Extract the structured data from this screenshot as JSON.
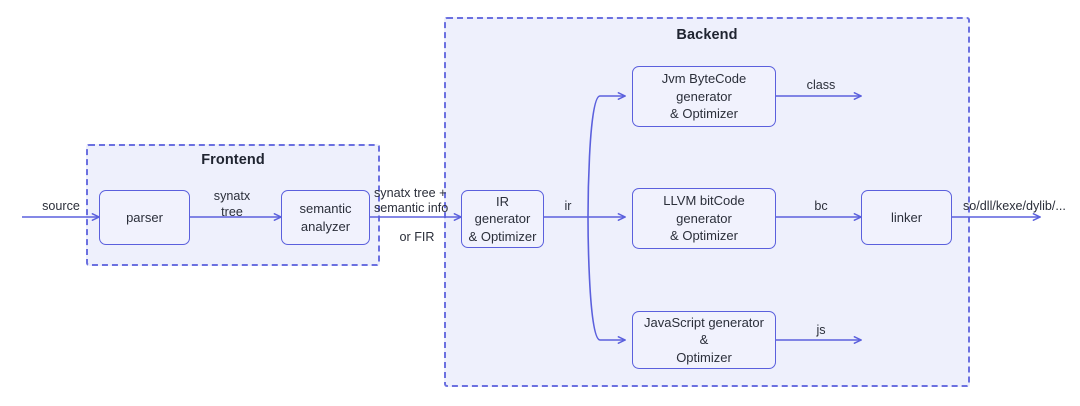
{
  "diagram": {
    "title": "Compiler pipeline: frontend and backend",
    "background": "#ffffff",
    "accent": "#5b60dd",
    "group_fill": "#eef0fc",
    "node_fill": "#f1f2fd"
  },
  "groups": [
    {
      "id": "frontend",
      "label": "Frontend"
    },
    {
      "id": "backend",
      "label": "Backend"
    }
  ],
  "nodes": {
    "parser": {
      "label": "parser"
    },
    "semantic_analyzer": {
      "line1": "semantic",
      "line2": "analyzer"
    },
    "ir_generator": {
      "line1": "IR generator",
      "line2": "& Optimizer"
    },
    "jvm_bytecode": {
      "line1": "Jvm ByteCode generator",
      "line2": "& Optimizer"
    },
    "llvm_bitcode": {
      "line1": "LLVM bitCode generator",
      "line2": "& Optimizer"
    },
    "javascript_gen": {
      "line1": "JavaScript generator &",
      "line2": "Optimizer"
    },
    "linker": {
      "label": "linker"
    }
  },
  "edge_labels": {
    "source": "source",
    "syntax_tree_1": "synatx",
    "syntax_tree_2": "tree",
    "frontend_out_1": "synatx tree +",
    "frontend_out_2": "semantic info",
    "frontend_out_3": "or FIR",
    "ir": "ir",
    "class": "class",
    "bc": "bc",
    "js": "js",
    "final_output": "so/dll/kexe/dylib/..."
  }
}
